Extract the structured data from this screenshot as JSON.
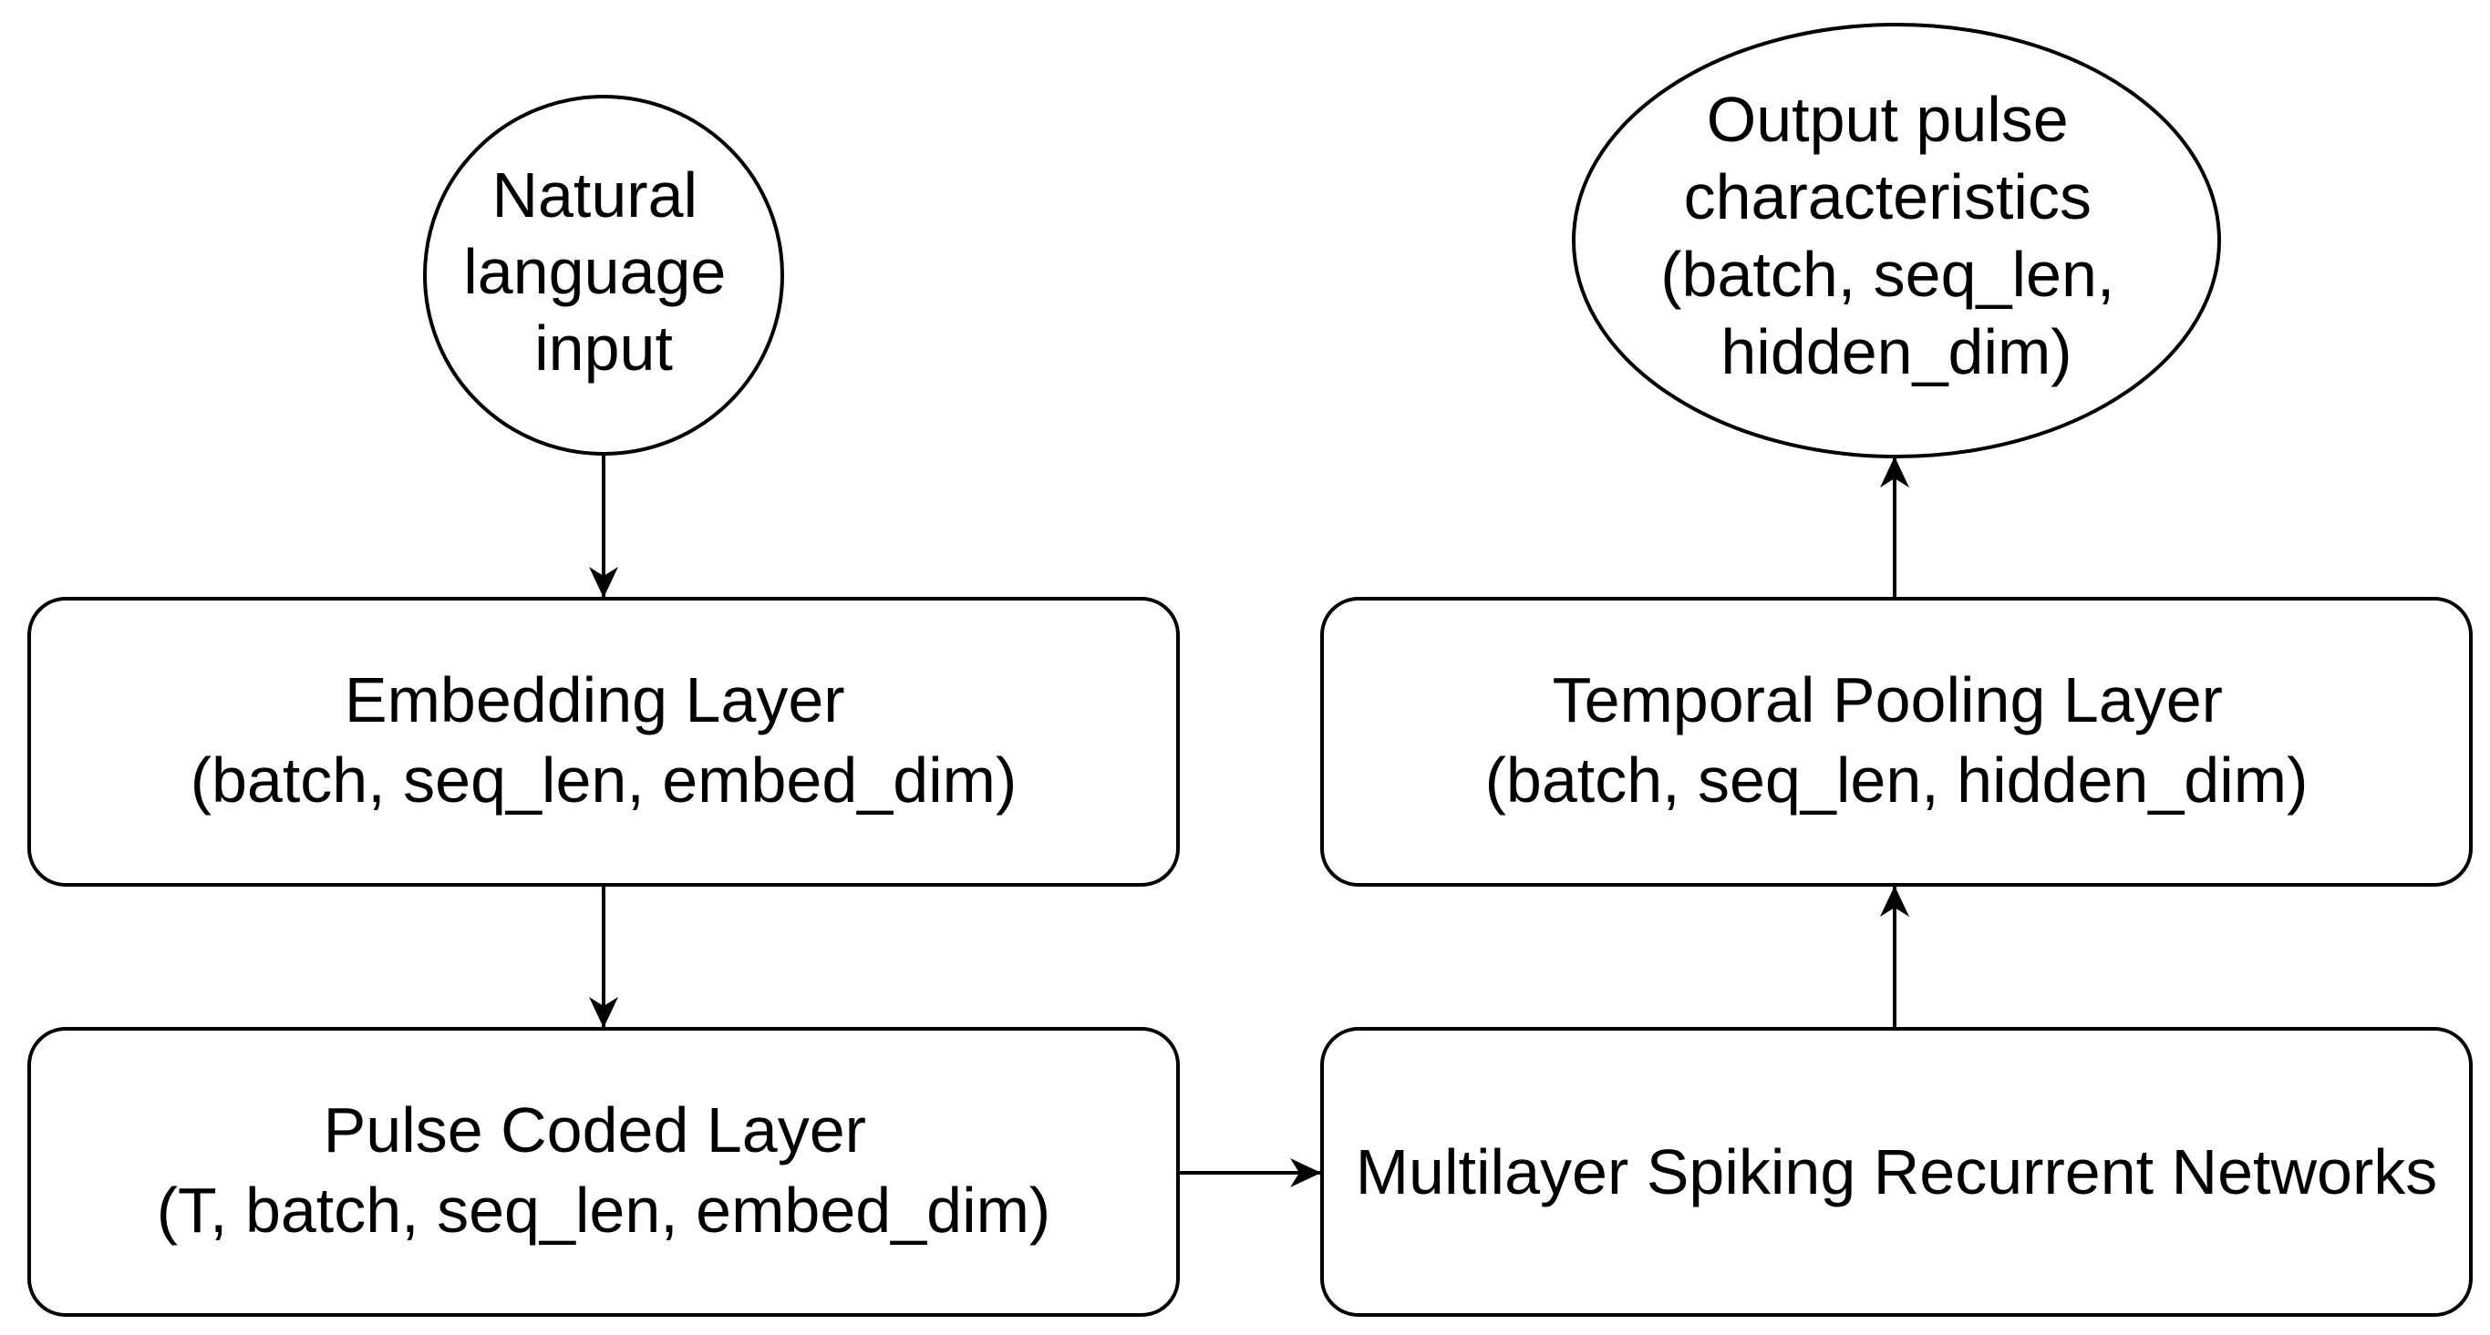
{
  "diagram": {
    "nodes": {
      "input": {
        "lines": [
          "Natural",
          "language",
          "input"
        ]
      },
      "embedding": {
        "lines": [
          "Embedding Layer",
          "(batch, seq_len, embed_dim)"
        ]
      },
      "pulse": {
        "lines": [
          "Pulse Coded Layer",
          "(T, batch, seq_len, embed_dim)"
        ]
      },
      "srn": {
        "lines": [
          "Multilayer Spiking Recurrent Networks"
        ]
      },
      "pooling": {
        "lines": [
          "Temporal Pooling Layer",
          "(batch, seq_len, hidden_dim)"
        ]
      },
      "output": {
        "lines": [
          "Output pulse",
          "characteristics",
          "(batch, seq_len,",
          "hidden_dim)"
        ]
      }
    },
    "edges": [
      {
        "from": "input",
        "to": "embedding"
      },
      {
        "from": "embedding",
        "to": "pulse"
      },
      {
        "from": "pulse",
        "to": "srn"
      },
      {
        "from": "srn",
        "to": "pooling"
      },
      {
        "from": "pooling",
        "to": "output"
      }
    ]
  }
}
